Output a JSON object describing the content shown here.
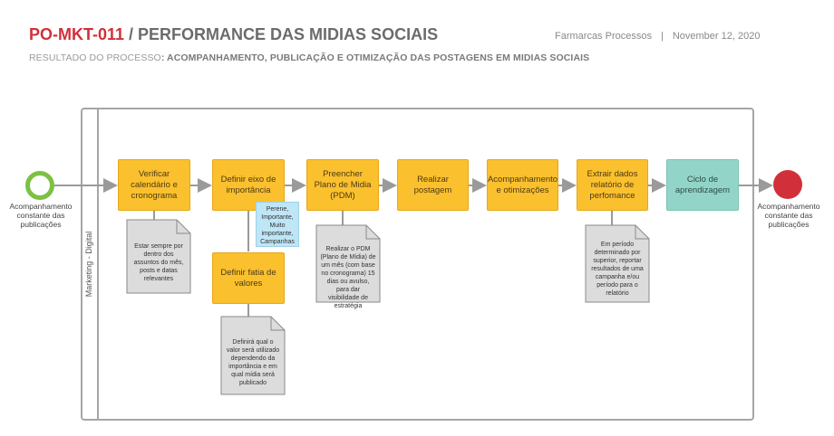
{
  "header": {
    "code": "PO-MKT-011",
    "title": "/ PERFORMANCE DAS MIDIAS SOCIAIS",
    "company": "Farmarcas Processos",
    "separator": "|",
    "date": "November 12, 2020",
    "subtitle_prefix": "RESULTADO DO PROCESSO",
    "subtitle_main": ": ACOMPANHAMENTO, PUBLICAÇÃO E OTIMIZAÇÃO DAS POSTAGENS EM MIDIAS SOCIAIS"
  },
  "lane": {
    "label": "Marketing - Digital"
  },
  "events": {
    "start_label": "Acompanhamento constante das publicações",
    "end_label": "Acompanhamento constante das publicações"
  },
  "tasks": [
    "Verificar calendário e cronograma",
    "Definir eixo de importância",
    "Preencher Plano de Midia (PDM)",
    "Realizar postagem",
    "Acompanhamento e otimizações",
    "Extrair dados relatório de perfomance",
    "Ciclo de aprendizagem",
    "Definir fatia de valores"
  ],
  "notes": [
    "Estar sempre por dentro dos assuntos do mês, posts e datas relevantes",
    "Realizar o PDM (Plano de Mídia) de um mês (com base no cronograma) 15 dias ou avulso, para dar visibilidade de estratégia",
    "Em período determinado por superior, reportar resultados de uma campanha e/ou período para o relatório",
    "Definirá qual o valor será utilizado dependendo da importância e em qual mídia será publicado"
  ],
  "memo": "Perene, Importante, Muito importante, Campanhas",
  "colors": {
    "task": "#fbc02d",
    "task_final": "#92d5c8",
    "start": "#7cc142",
    "end": "#d1303a",
    "code": "#d1303a"
  }
}
